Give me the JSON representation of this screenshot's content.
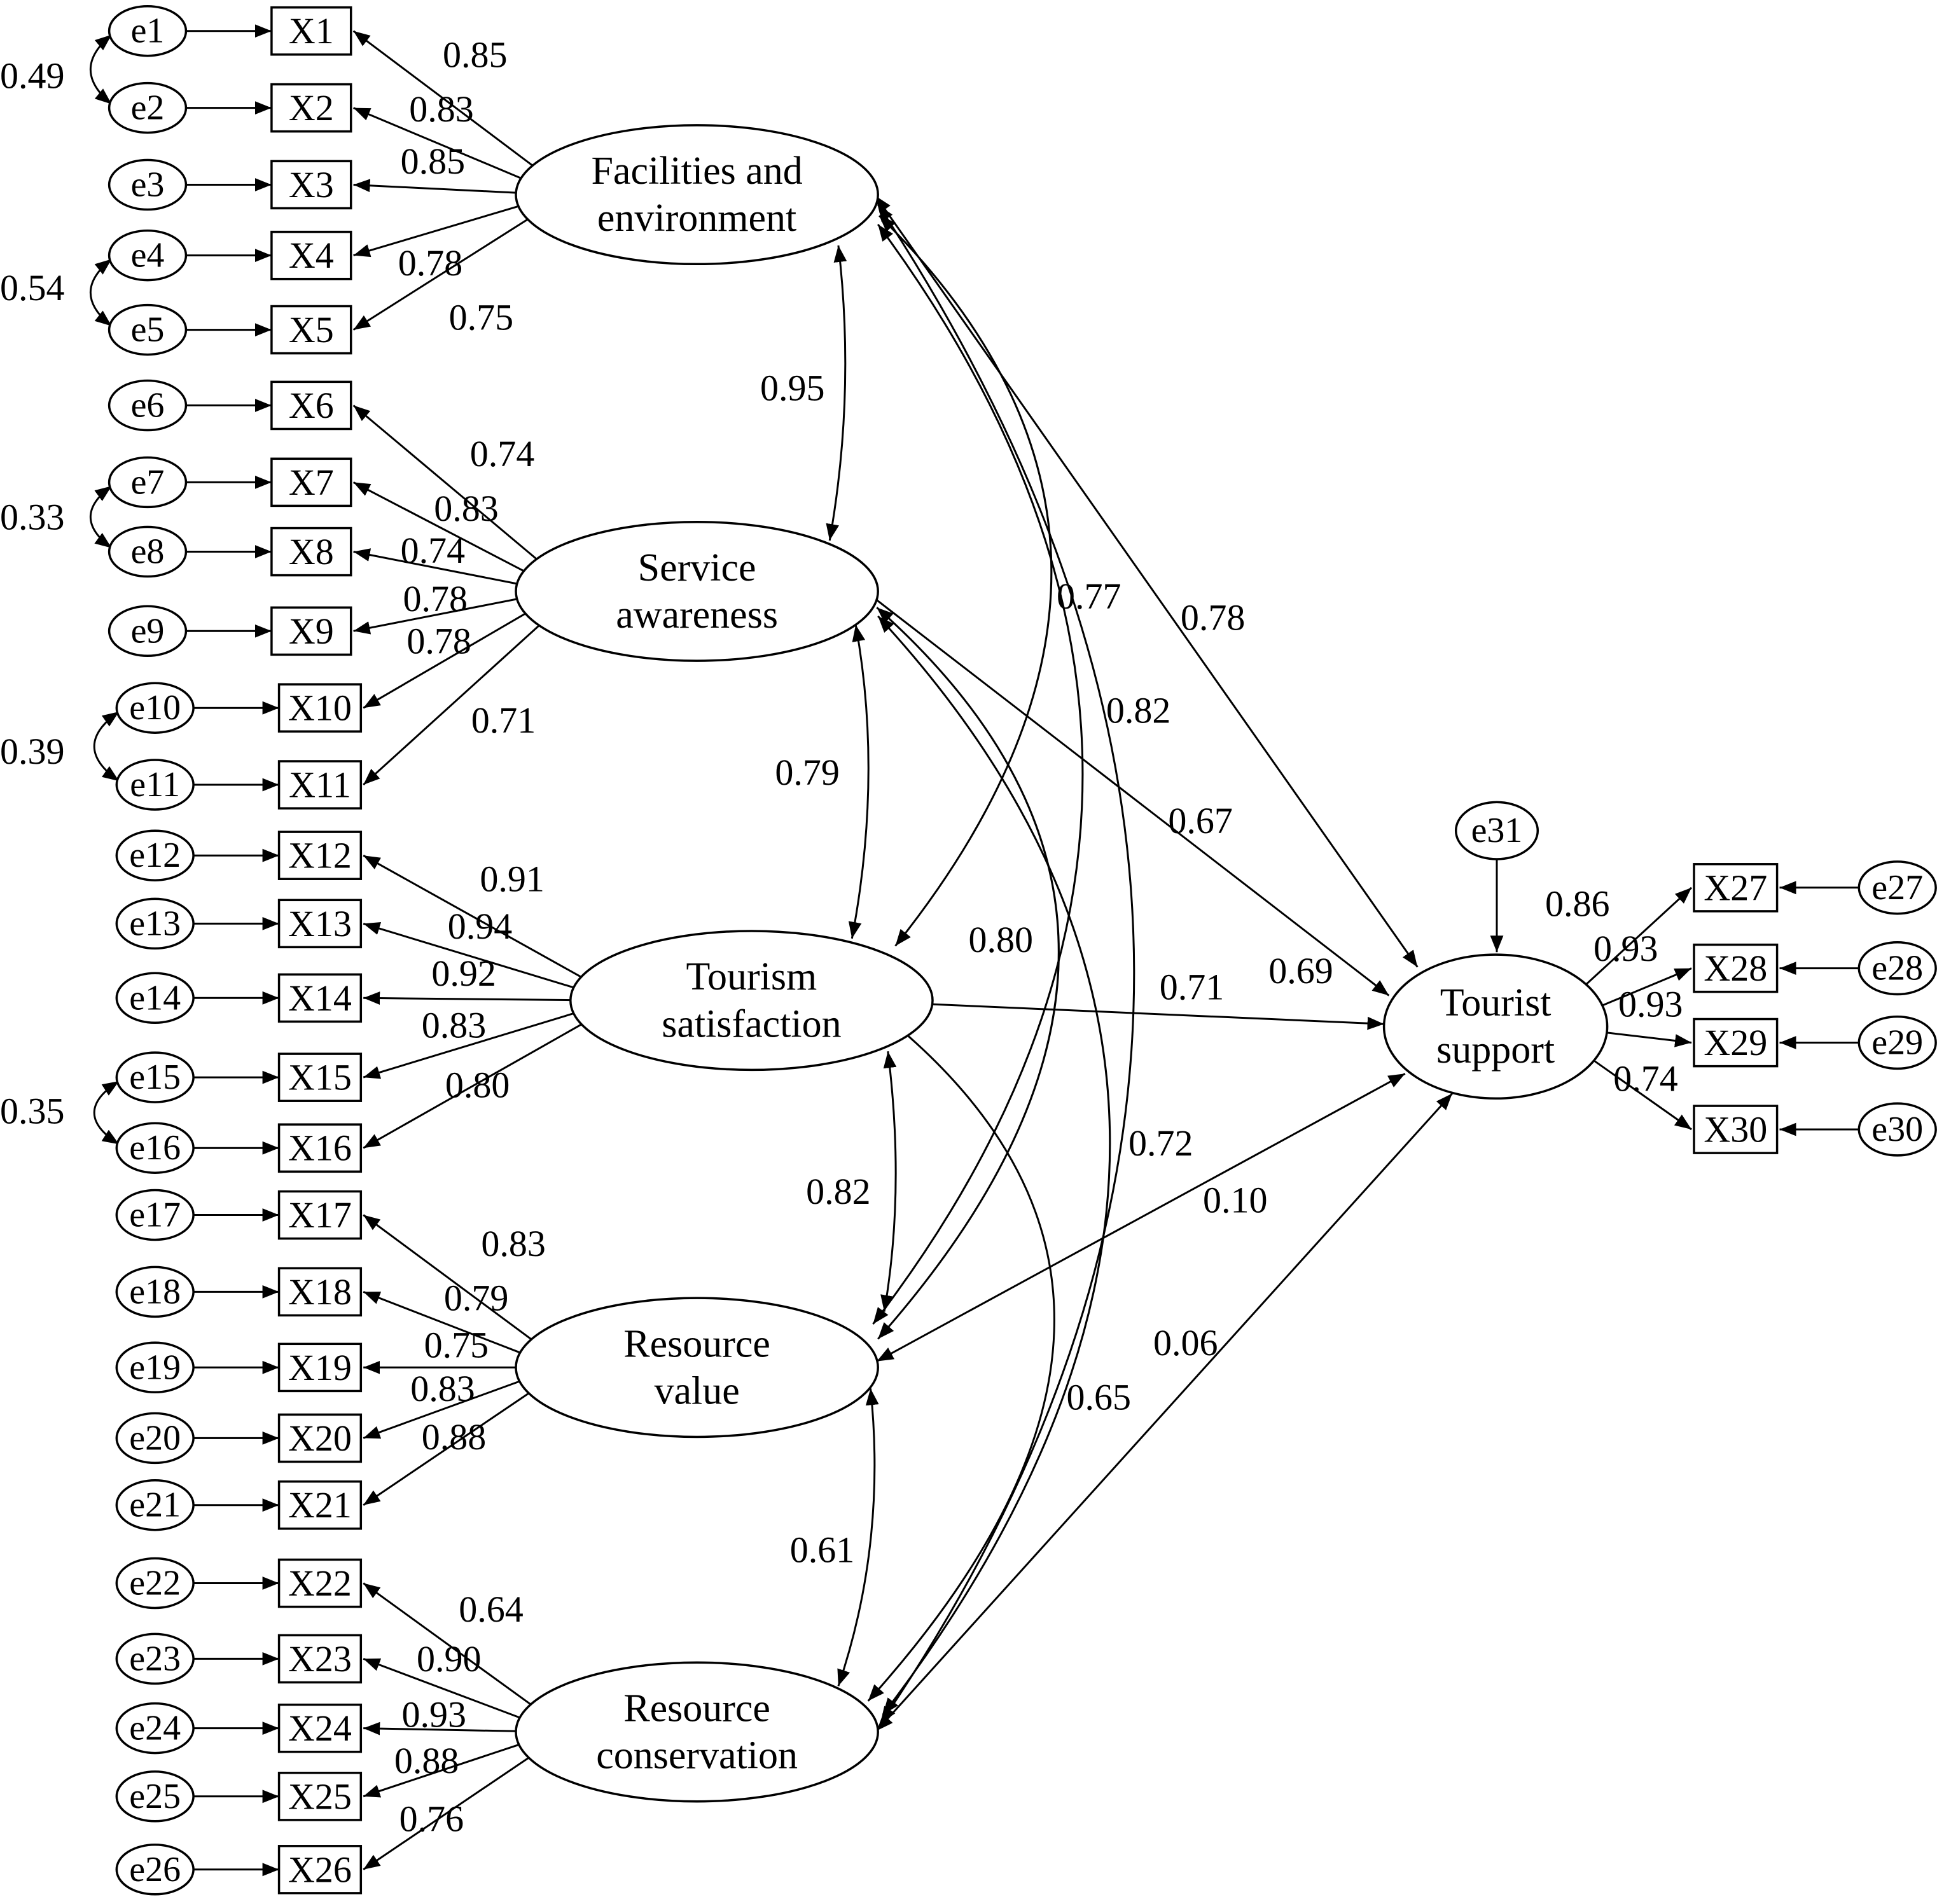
{
  "latents": [
    {
      "id": "F1",
      "lines": [
        "Facilities and",
        "environment"
      ]
    },
    {
      "id": "F2",
      "lines": [
        "Service",
        "awareness"
      ]
    },
    {
      "id": "F3",
      "lines": [
        "Tourism",
        "satisfaction"
      ]
    },
    {
      "id": "F4",
      "lines": [
        "Resource",
        "value"
      ]
    },
    {
      "id": "F5",
      "lines": [
        "Resource",
        "conservation"
      ]
    },
    {
      "id": "F6",
      "lines": [
        "Tourist",
        "support"
      ]
    }
  ],
  "indicators": [
    {
      "name": "X1",
      "error": "e1",
      "factor": "F1",
      "loading": "0.85"
    },
    {
      "name": "X2",
      "error": "e2",
      "factor": "F1",
      "loading": "0.83"
    },
    {
      "name": "X3",
      "error": "e3",
      "factor": "F1",
      "loading": "0.85"
    },
    {
      "name": "X4",
      "error": "e4",
      "factor": "F1",
      "loading": "0.78"
    },
    {
      "name": "X5",
      "error": "e5",
      "factor": "F1",
      "loading": "0.75"
    },
    {
      "name": "X6",
      "error": "e6",
      "factor": "F2",
      "loading": "0.74"
    },
    {
      "name": "X7",
      "error": "e7",
      "factor": "F2",
      "loading": "0.83"
    },
    {
      "name": "X8",
      "error": "e8",
      "factor": "F2",
      "loading": "0.74"
    },
    {
      "name": "X9",
      "error": "e9",
      "factor": "F2",
      "loading": "0.78"
    },
    {
      "name": "X10",
      "error": "e10",
      "factor": "F2",
      "loading": "0.78"
    },
    {
      "name": "X11",
      "error": "e11",
      "factor": "F2",
      "loading": "0.71"
    },
    {
      "name": "X12",
      "error": "e12",
      "factor": "F3",
      "loading": "0.91"
    },
    {
      "name": "X13",
      "error": "e13",
      "factor": "F3",
      "loading": "0.94"
    },
    {
      "name": "X14",
      "error": "e14",
      "factor": "F3",
      "loading": "0.92"
    },
    {
      "name": "X15",
      "error": "e15",
      "factor": "F3",
      "loading": "0.83"
    },
    {
      "name": "X16",
      "error": "e16",
      "factor": "F3",
      "loading": "0.80"
    },
    {
      "name": "X17",
      "error": "e17",
      "factor": "F4",
      "loading": "0.83"
    },
    {
      "name": "X18",
      "error": "e18",
      "factor": "F4",
      "loading": "0.79"
    },
    {
      "name": "X19",
      "error": "e19",
      "factor": "F4",
      "loading": "0.75"
    },
    {
      "name": "X20",
      "error": "e20",
      "factor": "F4",
      "loading": "0.83"
    },
    {
      "name": "X21",
      "error": "e21",
      "factor": "F4",
      "loading": "0.88"
    },
    {
      "name": "X22",
      "error": "e22",
      "factor": "F5",
      "loading": "0.64"
    },
    {
      "name": "X23",
      "error": "e23",
      "factor": "F5",
      "loading": "0.90"
    },
    {
      "name": "X24",
      "error": "e24",
      "factor": "F5",
      "loading": "0.93"
    },
    {
      "name": "X25",
      "error": "e25",
      "factor": "F5",
      "loading": "0.88"
    },
    {
      "name": "X26",
      "error": "e26",
      "factor": "F5",
      "loading": "0.76"
    },
    {
      "name": "X27",
      "error": "e27",
      "factor": "F6",
      "loading": "0.86"
    },
    {
      "name": "X28",
      "error": "e28",
      "factor": "F6",
      "loading": "0.93"
    },
    {
      "name": "X29",
      "error": "e29",
      "factor": "F6",
      "loading": "0.93"
    },
    {
      "name": "X30",
      "error": "e30",
      "factor": "F6",
      "loading": "0.74"
    }
  ],
  "structural_disturbance": "e31",
  "error_covariances": [
    {
      "between": [
        "e1",
        "e2"
      ],
      "value": "0.49"
    },
    {
      "between": [
        "e4",
        "e5"
      ],
      "value": "0.54"
    },
    {
      "between": [
        "e7",
        "e8"
      ],
      "value": "0.33"
    },
    {
      "between": [
        "e10",
        "e11"
      ],
      "value": "0.39"
    },
    {
      "between": [
        "e15",
        "e16"
      ],
      "value": "0.35"
    }
  ],
  "factor_correlations": [
    {
      "between": [
        "F1",
        "F2"
      ],
      "value": "0.95"
    },
    {
      "between": [
        "F2",
        "F3"
      ],
      "value": "0.79"
    },
    {
      "between": [
        "F3",
        "F4"
      ],
      "value": "0.82"
    },
    {
      "between": [
        "F4",
        "F5"
      ],
      "value": "0.61"
    },
    {
      "between": [
        "F1",
        "F3"
      ],
      "value": "0.77"
    },
    {
      "between": [
        "F1",
        "F4"
      ],
      "value": "0.82"
    },
    {
      "between": [
        "F1",
        "F5"
      ],
      "value": "0.72"
    },
    {
      "between": [
        "F2",
        "F4"
      ],
      "value": "0.80"
    },
    {
      "between": [
        "F2",
        "F5"
      ],
      "value": "0.65"
    },
    {
      "between": [
        "F3",
        "F5"
      ],
      "value": "0.67"
    }
  ],
  "paths_to_support": [
    {
      "from": "F1",
      "value": "0.78"
    },
    {
      "from": "F2",
      "value": "0.69"
    },
    {
      "from": "F3",
      "value": "0.71"
    },
    {
      "from": "F4",
      "value": "0.10"
    },
    {
      "from": "F5",
      "value": "0.06"
    }
  ]
}
